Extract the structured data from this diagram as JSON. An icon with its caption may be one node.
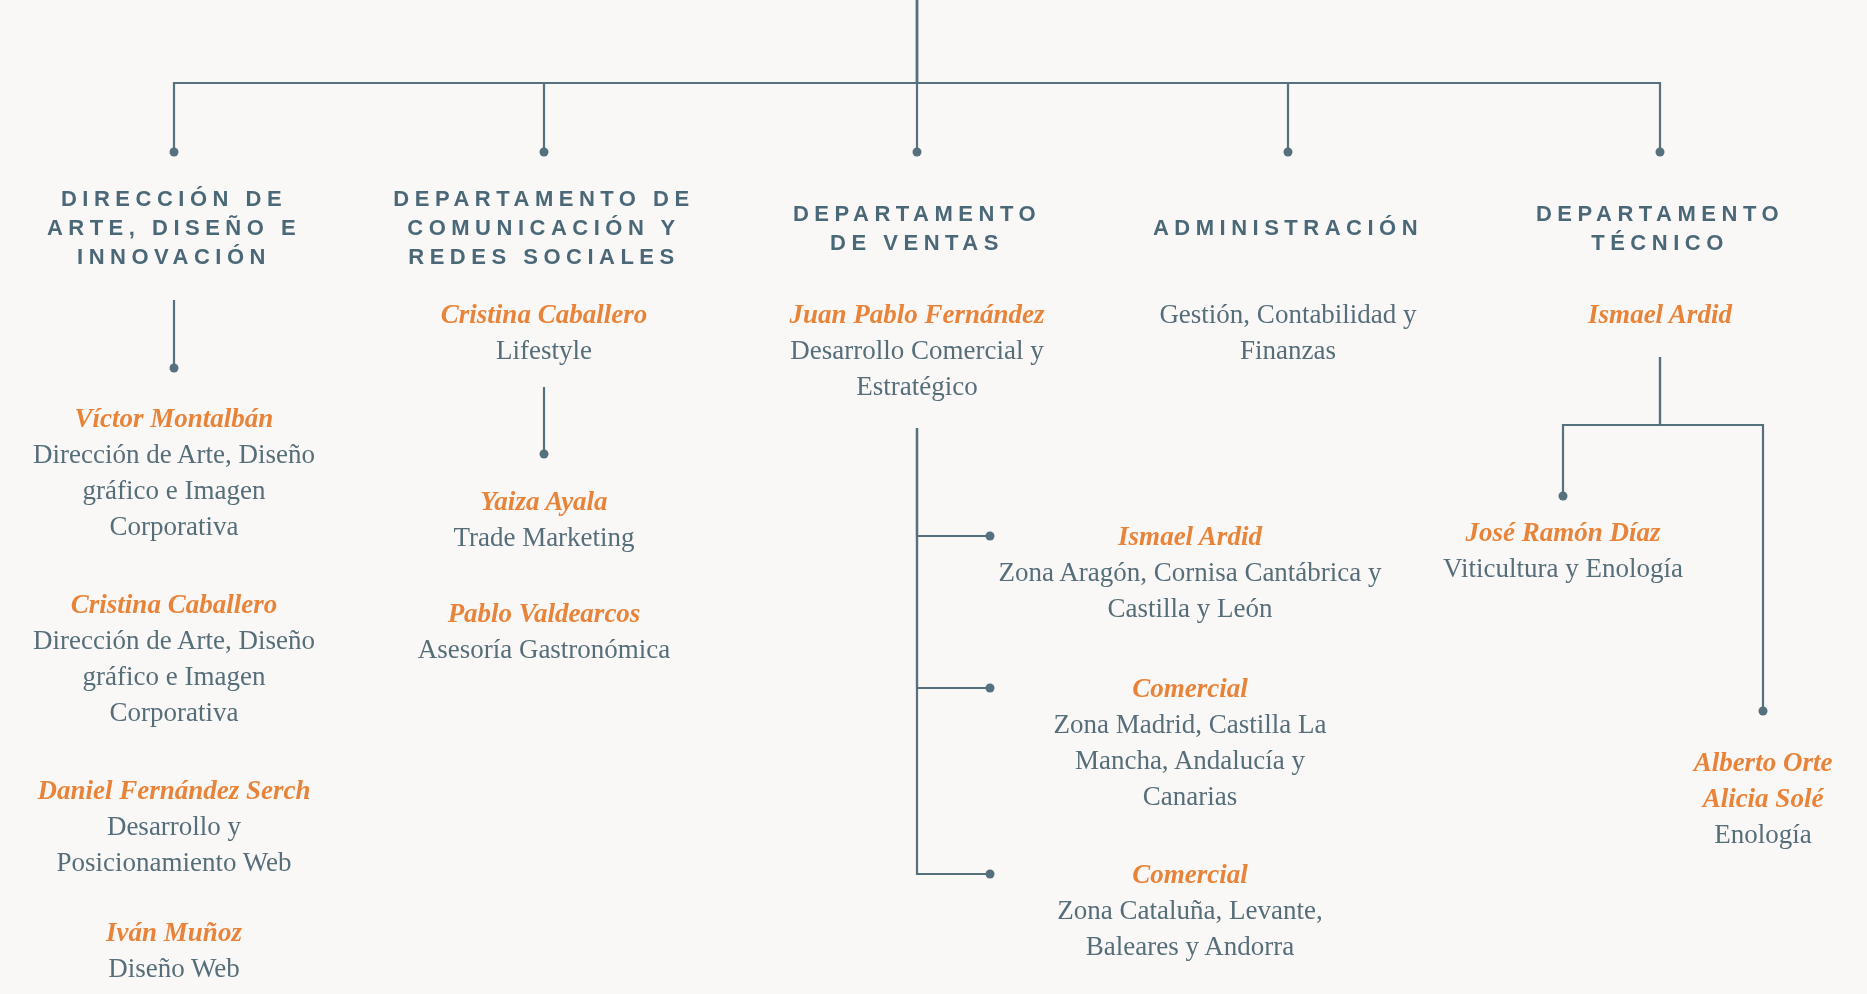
{
  "diagram": {
    "nodes": [
      {
        "text": [
          "DIRECCIÓN DE ARTE, DISEÑO E INNOVACIÓN"
        ]
      },
      {
        "text": [
          "DEPARTAMENTO DE COMUNICACIÓN Y REDES SOCIALES",
          "Cristina Caballero",
          "Lifestyle"
        ]
      },
      {
        "text": [
          "DEPARTAMENTO DE VENTAS",
          "Juan Pablo Fernández",
          "Desarrollo Comercial y Estratégico"
        ]
      },
      {
        "text": [
          "ADMINISTRACIÓN",
          "Gestión, Contabilidad y Finanzas"
        ]
      },
      {
        "text": [
          "DEPARTAMENTO TÉCNICO",
          "Ismael Ardid"
        ]
      },
      {
        "text": [
          "Víctor Montalbán",
          "Dirección de Arte, Diseño gráfico e Imagen Corporativa"
        ]
      },
      {
        "text": [
          "Yaiza Ayala",
          "Trade Marketing"
        ]
      },
      {
        "text": [
          "Ismael Ardid",
          "Zona Aragón, Cornisa Cantábrica y Castilla y León"
        ]
      },
      {
        "text": [
          "Comercial",
          "Zona Madrid, Castilla La Mancha, Andalucía y Canarias"
        ]
      },
      {
        "text": [
          "Comercial",
          "Zona Cataluña, Levante, Baleares y Andorra"
        ]
      },
      {
        "text": [
          "José Ramón Díaz",
          "Viticultura y Enología"
        ]
      },
      {
        "text": [
          "Alberto Orte",
          "Alicia Solé",
          "Enología"
        ]
      }
    ],
    "edges": [
      {
        "from": null,
        "to": 0,
        "arrow": "other"
      },
      {
        "from": null,
        "to": 1,
        "arrow": "other"
      },
      {
        "from": null,
        "to": 2,
        "arrow": "other"
      },
      {
        "from": null,
        "to": 3,
        "arrow": "other"
      },
      {
        "from": null,
        "to": 4,
        "arrow": "other"
      },
      {
        "from": 0,
        "to": 5,
        "arrow": "other"
      },
      {
        "from": 1,
        "to": 6,
        "arrow": "other"
      },
      {
        "from": 2,
        "to": 7,
        "arrow": "other"
      },
      {
        "from": 2,
        "to": 8,
        "arrow": "other"
      },
      {
        "from": 2,
        "to": 9,
        "arrow": "other"
      },
      {
        "from": 4,
        "to": 10,
        "arrow": "other"
      },
      {
        "from": 4,
        "to": 11,
        "arrow": "other"
      }
    ],
    "labels": [
      "Cristina Caballero",
      "Dirección de Arte, Diseño gráfico e Imagen Corporativa",
      "Daniel Fernández Serch",
      "Desarrollo y Posicionamiento Web",
      "Iván Muñoz",
      "Diseño Web",
      "Pablo Valdearcos",
      "Asesoría Gastronómica"
    ]
  }
}
